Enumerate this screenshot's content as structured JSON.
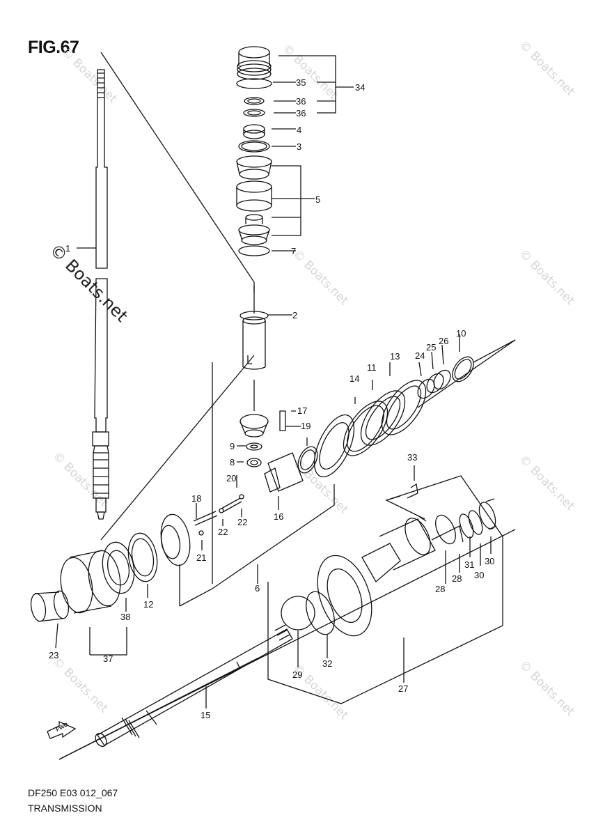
{
  "figure": {
    "title": "FIG.67",
    "code": "DF250 E03 012_067",
    "name": "TRANSMISSION"
  },
  "watermark": {
    "text": "© Boats.net",
    "strong_text": "© Boats.net"
  },
  "fwd_label": "FWD",
  "colors": {
    "line": "#111111",
    "watermark": "#d6d6d6"
  },
  "callouts": [
    "1",
    "2",
    "3",
    "4",
    "5",
    "6",
    "7",
    "8",
    "9",
    "10",
    "11",
    "12",
    "13",
    "14",
    "15",
    "16",
    "17",
    "18",
    "19",
    "20",
    "21",
    "22",
    "22",
    "23",
    "24",
    "25",
    "26",
    "27",
    "28",
    "28",
    "29",
    "30",
    "30",
    "31",
    "32",
    "33",
    "34",
    "35",
    "36",
    "36",
    "37",
    "38"
  ]
}
